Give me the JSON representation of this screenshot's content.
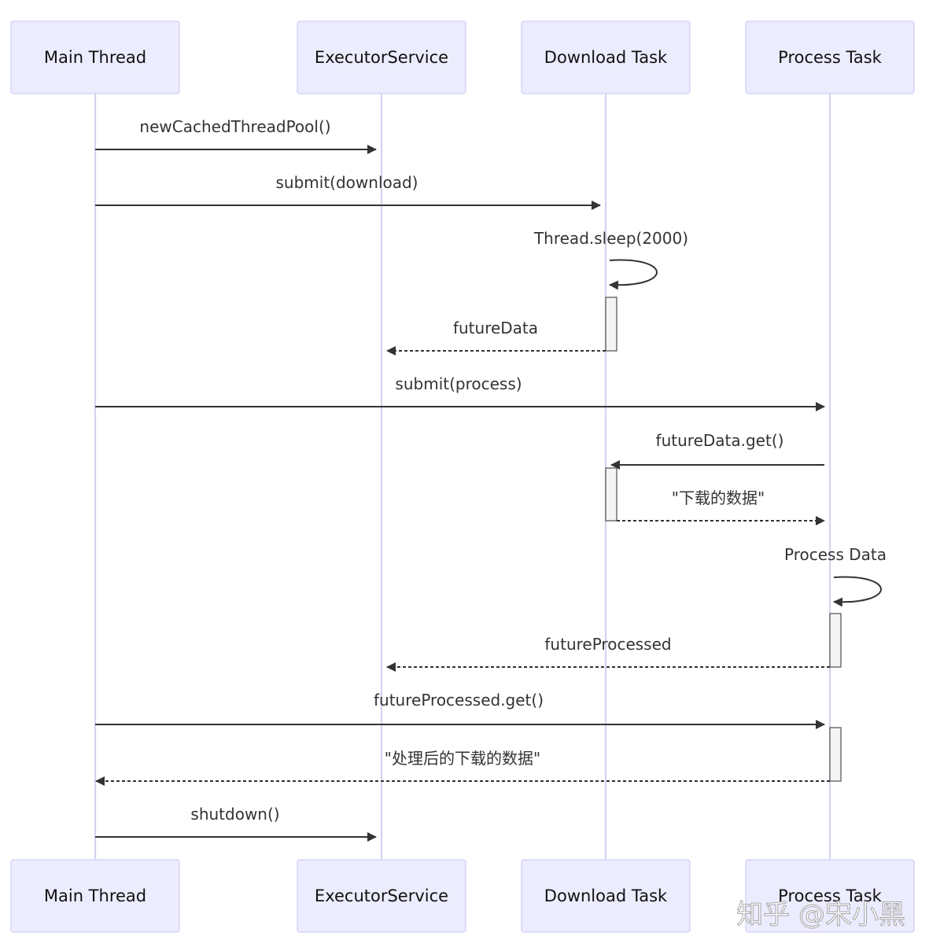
{
  "participants": [
    {
      "id": "main",
      "label": "Main Thread"
    },
    {
      "id": "exec",
      "label": "ExecutorService"
    },
    {
      "id": "download",
      "label": "Download Task"
    },
    {
      "id": "process",
      "label": "Process Task"
    }
  ],
  "messages": [
    {
      "from": "main",
      "to": "exec",
      "label": "newCachedThreadPool()",
      "style": "solid"
    },
    {
      "from": "main",
      "to": "download",
      "label": "submit(download)",
      "style": "solid"
    },
    {
      "from": "download",
      "to": "download",
      "label": "Thread.sleep(2000)",
      "style": "self"
    },
    {
      "from": "download",
      "to": "exec",
      "label": "futureData",
      "style": "dashed"
    },
    {
      "from": "main",
      "to": "process",
      "label": "submit(process)",
      "style": "solid"
    },
    {
      "from": "process",
      "to": "download",
      "label": "futureData.get()",
      "style": "solid"
    },
    {
      "from": "download",
      "to": "process",
      "label": "\"下载的数据\"",
      "style": "dashed"
    },
    {
      "from": "process",
      "to": "process",
      "label": "Process Data",
      "style": "self"
    },
    {
      "from": "process",
      "to": "exec",
      "label": "futureProcessed",
      "style": "dashed"
    },
    {
      "from": "main",
      "to": "process",
      "label": "futureProcessed.get()",
      "style": "solid"
    },
    {
      "from": "process",
      "to": "main",
      "label": "\"处理后的下载的数据\"",
      "style": "dashed"
    },
    {
      "from": "main",
      "to": "exec",
      "label": "shutdown()",
      "style": "solid"
    }
  ],
  "watermark": "知乎 @宋小黑"
}
